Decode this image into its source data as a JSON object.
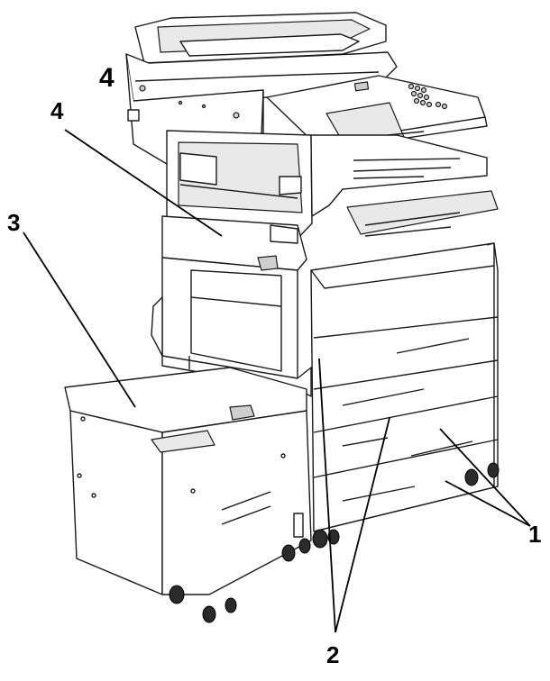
{
  "callouts": {
    "scanner_label": "4",
    "finisher_label": "4",
    "high_capacity_feeder_label": "3",
    "drawers_label_1": "1",
    "drawers_label_2": "2"
  }
}
